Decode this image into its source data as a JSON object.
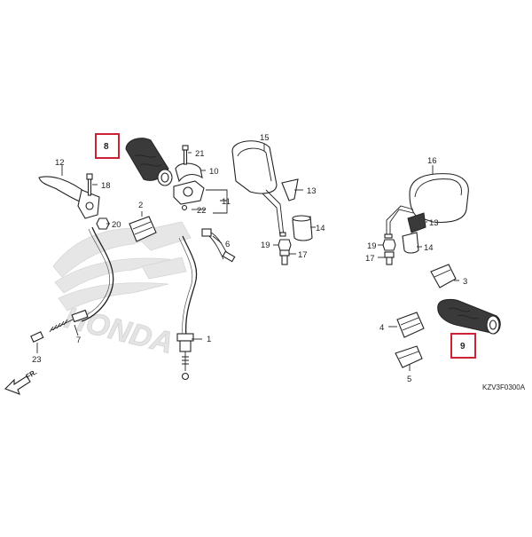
{
  "diagram": {
    "code": "KZV3F0300A",
    "direction_label": "FR.",
    "watermark_text": "HONDA",
    "highlight_color": "#cc2233",
    "callouts": [
      "1",
      "2",
      "3",
      "4",
      "5",
      "6",
      "7",
      "8",
      "9",
      "10",
      "11",
      "12",
      "13",
      "14",
      "15",
      "16",
      "17",
      "18",
      "19",
      "20",
      "21",
      "22",
      "23"
    ],
    "callouts_extra": [
      "13",
      "14",
      "17",
      "19"
    ]
  }
}
